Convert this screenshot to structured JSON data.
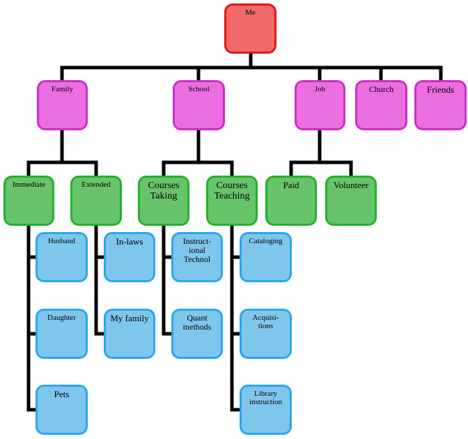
{
  "colors": {
    "connector": "#000000",
    "root_fill": "#f06a6a",
    "root_border": "#e01818",
    "level1_fill": "#ea6ee0",
    "level1_border": "#cc2fc4",
    "level2_fill": "#67c46a",
    "level2_border": "#22b22a",
    "level3_fill": "#7fc6ec",
    "level3_border": "#2aa7ee"
  },
  "root": {
    "label": "Me"
  },
  "level1": {
    "family": "Family",
    "school": "School",
    "job": "Job",
    "church": "Church",
    "friends": "Friends"
  },
  "level2": {
    "immediate": "Immediate",
    "extended": "Extended",
    "courses_taking": "Courses Taking",
    "courses_teaching": "Courses Teaching",
    "paid": "Paid",
    "volunteer": "Volunteer"
  },
  "level3": {
    "husband": "Husband",
    "daughter": "Daughter",
    "pets": "Pets",
    "in_laws": "In-laws",
    "my_family": "My family",
    "instructional_technol": "Instruct-\nional Technol",
    "quant_methods": "Quant methods",
    "cataloging": "Cataloging",
    "acquisitions": "Acquisi-\ntions",
    "library_instruction": "Library instruction"
  }
}
